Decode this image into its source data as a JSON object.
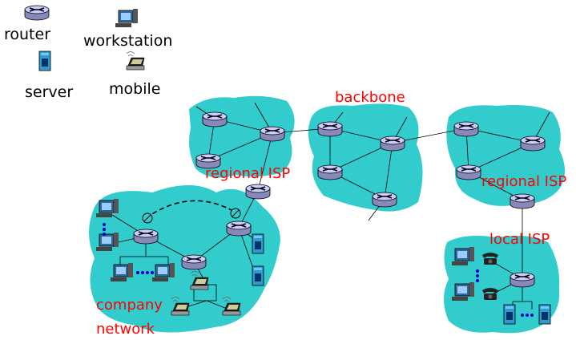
{
  "legend": {
    "router": "router",
    "workstation": "workstation",
    "server": "server",
    "mobile": "mobile"
  },
  "labels": {
    "backbone": "backbone",
    "regional_isp_left": "regional ISP",
    "regional_isp_right": "regional ISP",
    "local_isp": "local ISP",
    "company_line1": "company",
    "company_line2": "network"
  },
  "colors": {
    "cloud": "#33cccc",
    "label": "#ff0000",
    "router_top": "#ccccff",
    "router_side": "#8888bb",
    "server": "#3399cc",
    "monitor": "#336699",
    "line": "#000000"
  }
}
